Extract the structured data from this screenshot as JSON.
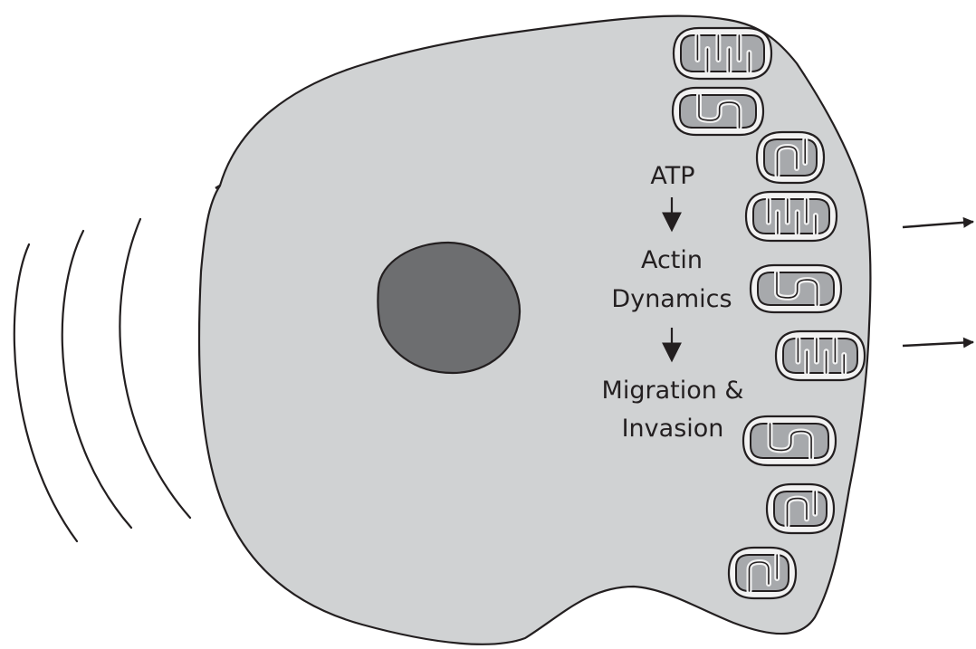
{
  "diagram": {
    "pathway": {
      "step1": "ATP",
      "step2_line1": "Actin",
      "step2_line2": "Dynamics",
      "step3_line1": "Migration &",
      "step3_line2": "Invasion"
    },
    "colors": {
      "cell_fill": "#d0d2d3",
      "nucleus_fill": "#6d6e70",
      "mitochondria_outer": "#f2f2f2",
      "mitochondria_inner": "#a7a9ac",
      "stroke": "#231f20"
    },
    "mitochondria_count": 9,
    "motion_lines_count": 3,
    "direction_arrows_count": 2
  }
}
